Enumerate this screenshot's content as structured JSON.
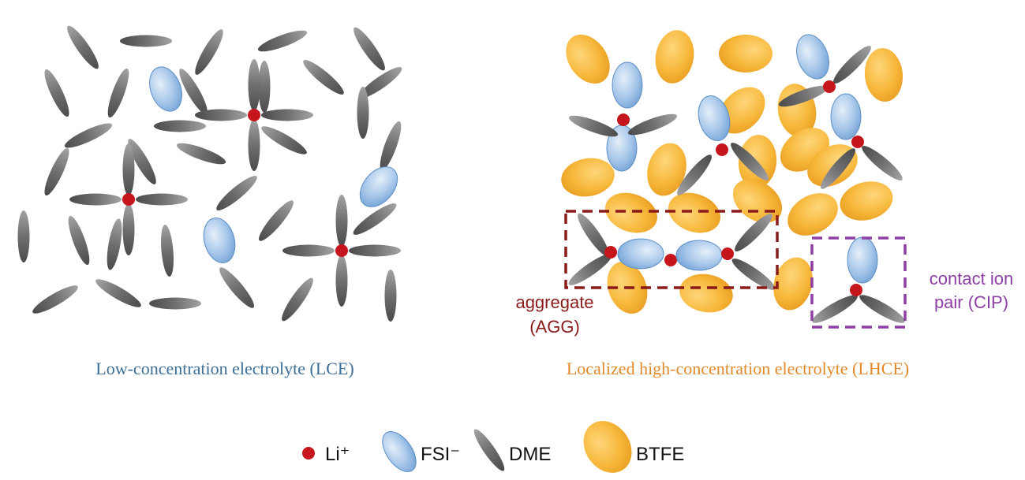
{
  "colors": {
    "li": "#c4161c",
    "fsi_fill": "#8fb7e2",
    "fsi_light": "#d8e7f6",
    "dme": "#6f6f71",
    "btfe": "#f5b537",
    "agg": "#8b1a1a",
    "cip": "#8e3fa6",
    "lce_caption": "#3c6f98",
    "lhce_caption": "#e28a2b"
  },
  "panels": {
    "lce": {
      "caption": "Low-concentration electrolyte (LCE)"
    },
    "lhce": {
      "caption": "Localized high-concentration electrolyte (LHCE)",
      "agg_label_line1": "aggregate",
      "agg_label_line2": "(AGG)",
      "cip_label_line1": "contact ion",
      "cip_label_line2": "pair (CIP)"
    }
  },
  "legend": {
    "items": [
      {
        "symbol": "li",
        "label": "Li⁺"
      },
      {
        "symbol": "fsi",
        "label": "FSI⁻"
      },
      {
        "symbol": "dme",
        "label": "DME"
      },
      {
        "symbol": "btfe",
        "label": "BTFE"
      }
    ]
  }
}
